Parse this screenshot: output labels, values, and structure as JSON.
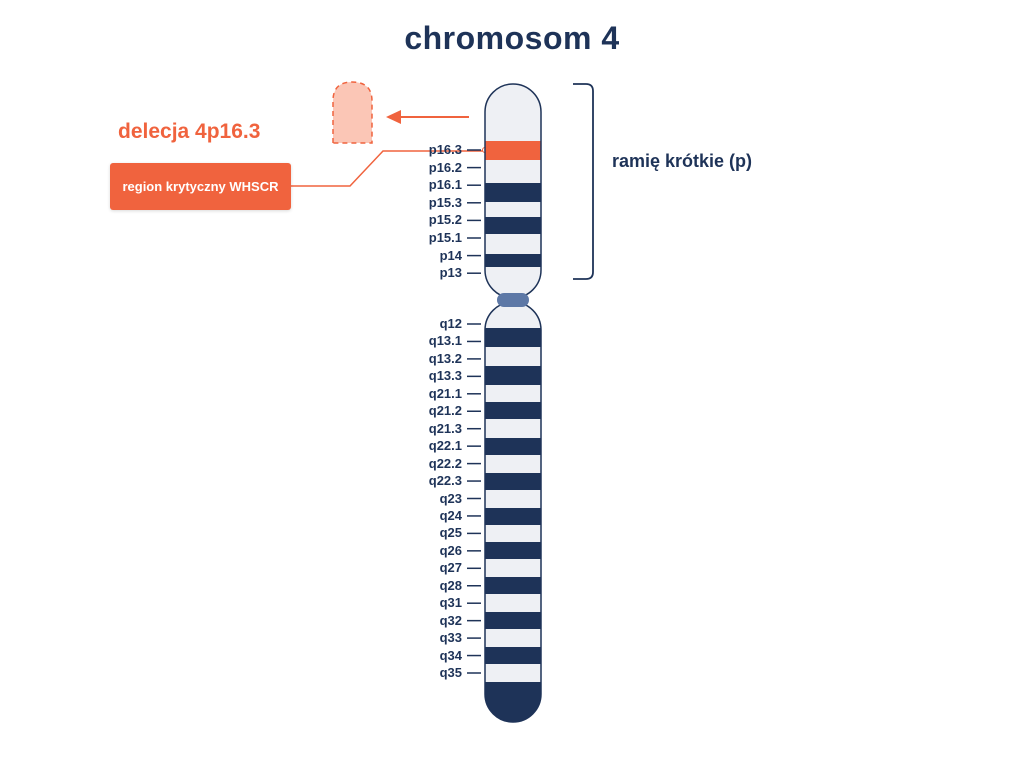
{
  "title": "chromosom 4",
  "deletion_label": "delecja 4p16.3",
  "region_label": "region krytyczny WHSCR",
  "arm_label": "ramię krótkie (p)",
  "colors": {
    "dark_band": "#1e3358",
    "light_band": "#eef0f4",
    "highlight": "#f0633e",
    "deleted_fragment": "#fbc6b6",
    "centromere": "#5d78a6"
  },
  "bands_p": [
    "p16.3",
    "p16.2",
    "p16.1",
    "p15.3",
    "p15.2",
    "p15.1",
    "p14",
    "p13"
  ],
  "bands_q": [
    "q12",
    "q13.1",
    "q13.2",
    "q13.3",
    "q21.1",
    "q21.2",
    "q21.3",
    "q22.1",
    "q22.2",
    "q22.3",
    "q23",
    "q24",
    "q25",
    "q26",
    "q27",
    "q28",
    "q31",
    "q32",
    "q33",
    "q34",
    "q35"
  ]
}
